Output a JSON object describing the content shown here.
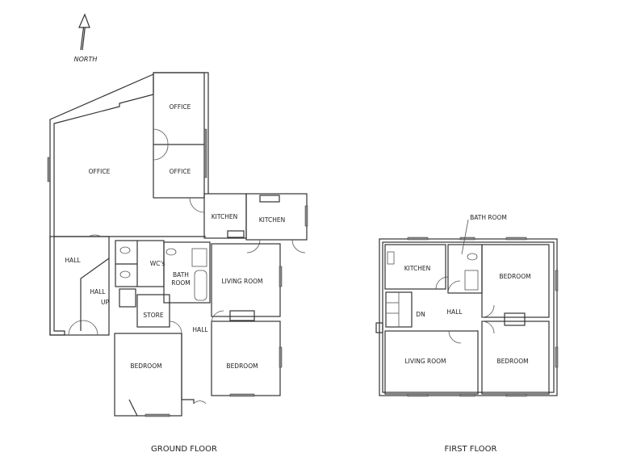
{
  "compass": {
    "label": "NORTH",
    "icon": "north-arrow-icon"
  },
  "ground_floor": {
    "caption": "GROUND FLOOR",
    "rooms": {
      "office_main": "OFFICE",
      "office_top": "OFFICE",
      "office_bottom": "OFFICE",
      "kitchen_1": "KITCHEN",
      "kitchen_2": "KITCHEN",
      "hall_left": "HALL",
      "hall_stairs": "HALL",
      "up": "UP",
      "wcs": "WC's",
      "bath_room_1": "BATH",
      "bath_room_2": "ROOM",
      "living_room": "LIVING ROOM",
      "store": "STORE",
      "hall_center": "HALL",
      "bedroom_left": "BEDROOM",
      "bedroom_right": "BEDROOM"
    }
  },
  "first_floor": {
    "caption": "FIRST FLOOR",
    "rooms": {
      "bath_room": "BATH ROOM",
      "kitchen": "KITCHEN",
      "bedroom_top": "BEDROOM",
      "hall": "HALL",
      "dn": "DN",
      "living_room": "LIVING ROOM",
      "bedroom_bottom": "BEDROOM"
    }
  }
}
